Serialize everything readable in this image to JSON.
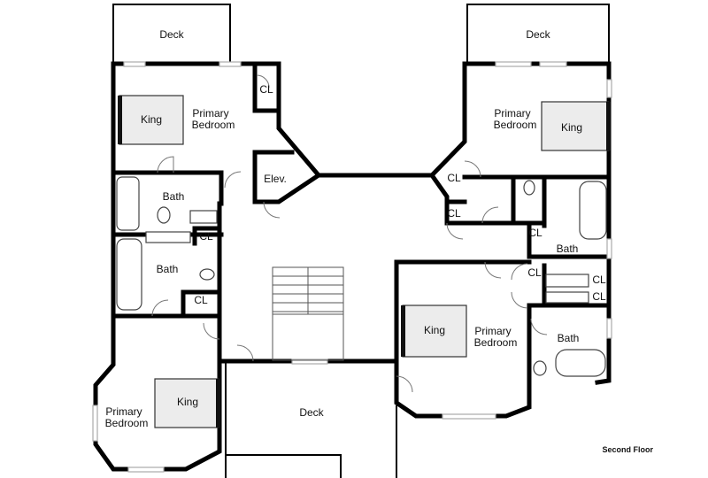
{
  "labels": {
    "deck_top_left": "Deck",
    "deck_top_right": "Deck",
    "deck_bottom": "Deck",
    "king": "King",
    "primary": "Primary",
    "bedroom": "Bedroom",
    "bath": "Bath",
    "closet": "CL",
    "elevator": "Elev.",
    "floor": "Second Floor"
  }
}
